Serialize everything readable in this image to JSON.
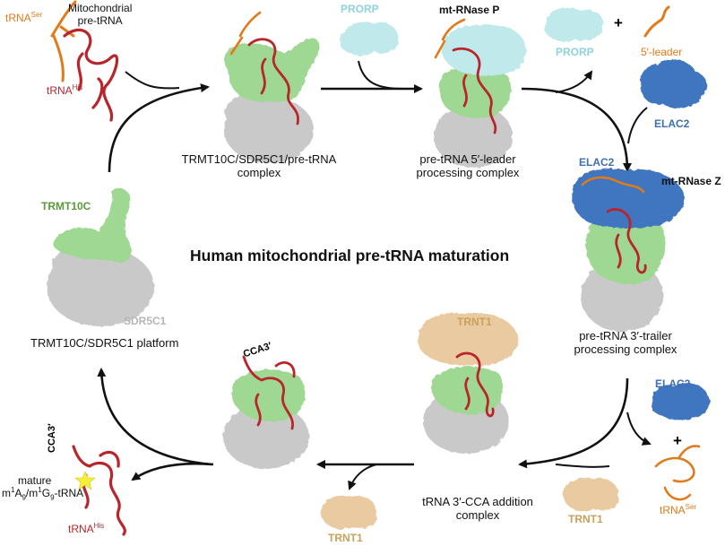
{
  "title": "Human mitochondrial pre-tRNA maturation",
  "colors": {
    "trna_red": "#b8262c",
    "trna_orange": "#e07a1a",
    "sdr5c1_grey": "#c9c9c9",
    "trmt10c_green": "#9fd892",
    "prorp_cyan": "#bfe9ea",
    "elac2_blue": "#3f74c0",
    "trnt1_tan": "#eacaa0"
  },
  "labels": {
    "mito_pre_trna_line1": "Mitochondrial",
    "mito_pre_trna_line2": "pre-tRNA",
    "trna_ser_top": "tRNA",
    "trna_ser_top_sup": "Ser",
    "trna_his_top": "tRNA",
    "trna_his_top_sup": "His",
    "prorp_top": "PRORP",
    "mt_rnase_p": "mt-RNase P",
    "prorp_released": "PRORP",
    "plus_top": "+",
    "five_leader": "5′-leader",
    "elac2_incoming": "ELAC2",
    "trmt10c_complex_line1": "TRMT10C/SDR5C1/pre-tRNA",
    "trmt10c_complex_line2": "complex",
    "five_leader_complex_line1": "pre-tRNA 5′-leader",
    "five_leader_complex_line2": "processing complex",
    "elac2_bound": "ELAC2",
    "mt_rnase_z": "mt-RNase Z",
    "trmt10c": "TRMT10C",
    "sdr5c1": "SDR5C1",
    "platform": "TRMT10C/SDR5C1 platform",
    "trailer_complex_line1": "pre-tRNA 3′-trailer",
    "trailer_complex_line2": "processing complex",
    "trnt1_bound": "TRNT1",
    "cca_mid": "CCA3′",
    "cca_left": "CCA3′",
    "mature_line1": "mature",
    "mature_line2_parts": [
      "m",
      "1",
      "A",
      "9",
      "/m",
      "1",
      "G",
      "9",
      "-tRNA"
    ],
    "trna_his_bottom": "tRNA",
    "trna_his_bottom_sup": "His",
    "trnt1_released": "TRNT1",
    "cca_complex_line1": "tRNA 3′-CCA addition",
    "cca_complex_line2": "complex",
    "trnt1_incoming": "TRNT1",
    "elac2_released": "ELAC2",
    "plus_bottom": "+",
    "trna_ser_bottom": "tRNA",
    "trna_ser_bottom_sup": "Ser"
  }
}
